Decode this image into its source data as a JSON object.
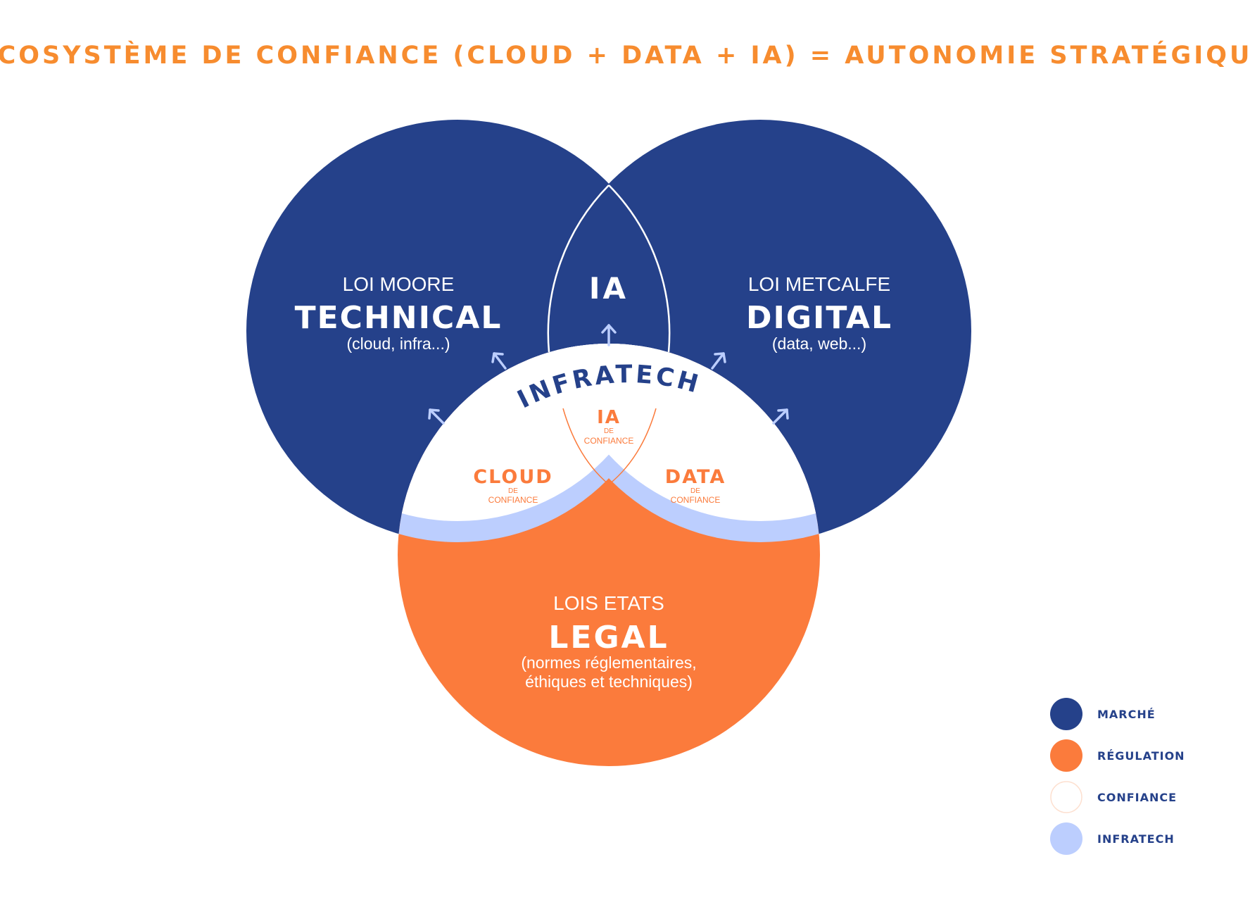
{
  "title": "ÉCOSYSTÈME DE CONFIANCE (CLOUD + DATA + IA) = AUTONOMIE STRATÉGIQUE",
  "colors": {
    "marche": "#25418a",
    "regulation": "#fb7b3c",
    "confiance": "#ffffff",
    "infratech": "#bccefe",
    "title": "#f78c2f"
  },
  "circles": {
    "technical": {
      "law": "LOI MOORE",
      "label": "TECHNICAL",
      "detail": "(cloud, infra...)"
    },
    "digital": {
      "law": "LOI METCALFE",
      "label": "DIGITAL",
      "detail": "(data, web...)"
    },
    "legal": {
      "law": "LOIS ETATS",
      "label": "LEGAL",
      "detail_line1": "(normes réglementaires,",
      "detail_line2": "éthiques et techniques)"
    }
  },
  "intersections": {
    "ia": "IA",
    "infratech": "INFRATECH",
    "ia_trust": {
      "label": "IA",
      "sub1": "DE",
      "sub2": "CONFIANCE"
    },
    "cloud_trust": {
      "label": "CLOUD",
      "sub1": "DE",
      "sub2": "CONFIANCE"
    },
    "data_trust": {
      "label": "DATA",
      "sub1": "DE",
      "sub2": "CONFIANCE"
    }
  },
  "legend": [
    {
      "label": "MARCHÉ",
      "icon": "dark-blue-dot"
    },
    {
      "label": "RÉGULATION",
      "icon": "orange-dot"
    },
    {
      "label": "CONFIANCE",
      "icon": "white-dot"
    },
    {
      "label": "INFRATECH",
      "icon": "light-blue-dot"
    }
  ]
}
